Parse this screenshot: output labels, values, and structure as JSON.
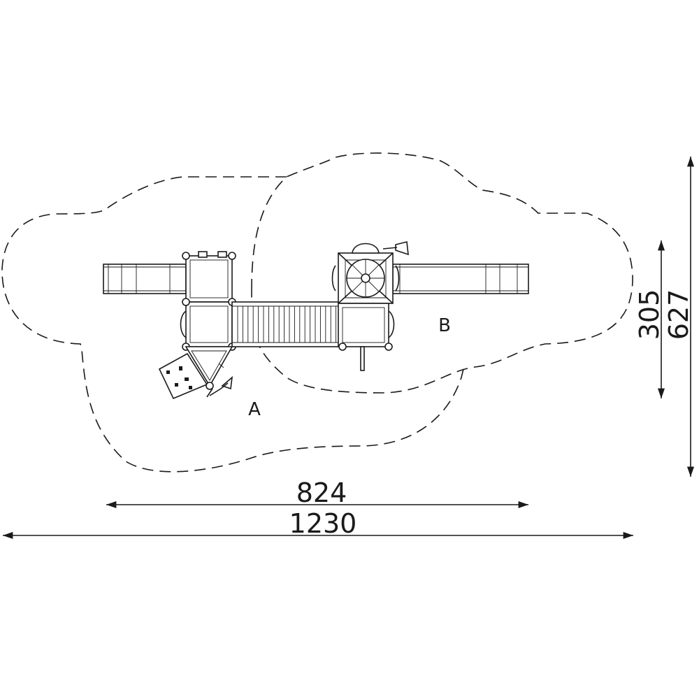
{
  "zones": {
    "a": "A",
    "b": "B"
  },
  "dimensions": {
    "inner_width": "824",
    "outer_width": "1230",
    "inner_height": "305",
    "outer_height": "627"
  },
  "colors": {
    "ink": "#1a1a1a",
    "background": "#ffffff"
  }
}
